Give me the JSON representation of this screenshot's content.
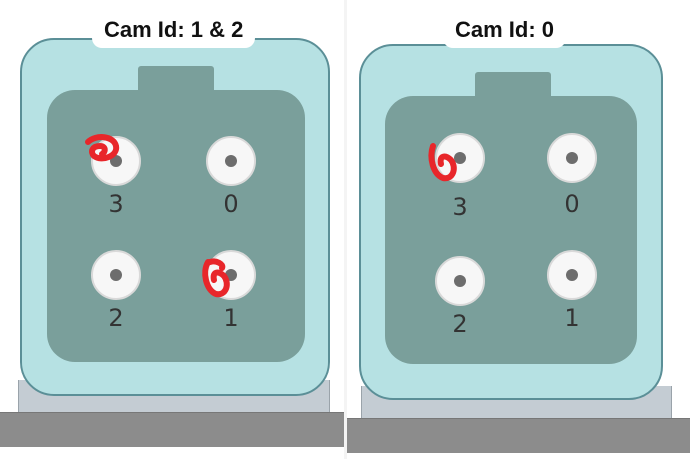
{
  "panels": [
    {
      "title": "Cam Id: 1 & 2",
      "pins": [
        {
          "label": "3",
          "marked": true
        },
        {
          "label": "0",
          "marked": false
        },
        {
          "label": "2",
          "marked": false
        },
        {
          "label": "1",
          "marked": true
        }
      ]
    },
    {
      "title": "Cam Id: 0",
      "pins": [
        {
          "label": "3",
          "marked": true
        },
        {
          "label": "0",
          "marked": false
        },
        {
          "label": "2",
          "marked": false
        },
        {
          "label": "1",
          "marked": false
        }
      ]
    }
  ],
  "colors": {
    "housing": "#b6e1e3",
    "housing_border": "#5b8f97",
    "inner": "#7a9f9b",
    "mark": "#e8262a"
  }
}
